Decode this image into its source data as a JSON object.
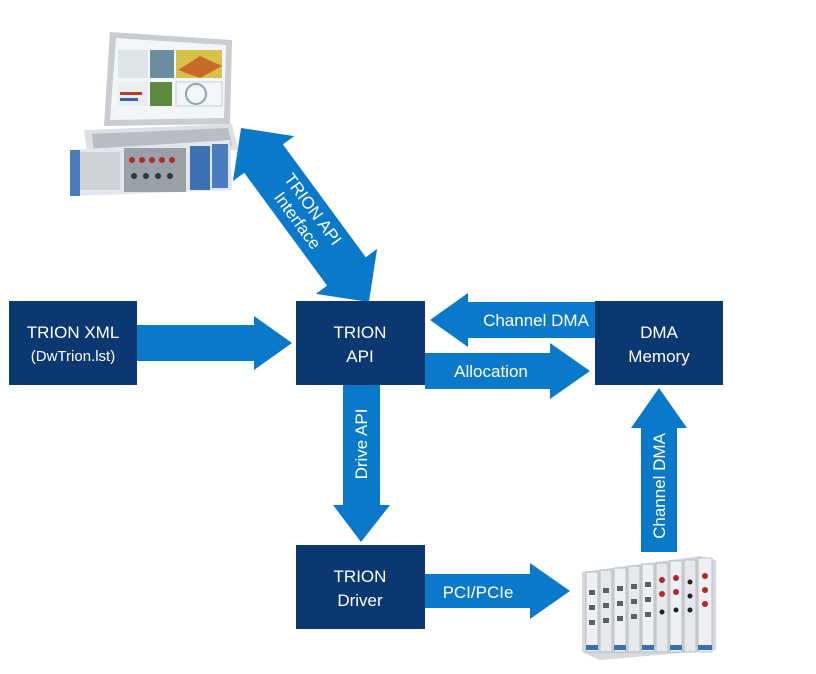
{
  "colors": {
    "box": "#0b3871",
    "arrow": "#0b79c9",
    "text": "#ffffff"
  },
  "boxes": {
    "trion_xml": {
      "title": "TRION XML",
      "subtitle": "(DwTrion.lst)"
    },
    "trion_api": {
      "line1": "TRION",
      "line2": "API"
    },
    "dma_memory": {
      "line1": "DMA",
      "line2": "Memory"
    },
    "trion_driver": {
      "line1": "TRION",
      "line2": "Driver"
    }
  },
  "arrows": {
    "api_interface": {
      "line1": "TRION API",
      "line2": "Interface"
    },
    "channel_dma_left": "Channel DMA",
    "allocation": "Allocation",
    "drive_api": "Drive API",
    "pci_pcie": "PCI/PCIe",
    "channel_dma_up": "Channel DMA"
  },
  "images": {
    "laptop": "dewesoft-laptop-daq-instrument",
    "modules": "trion-measurement-modules"
  }
}
